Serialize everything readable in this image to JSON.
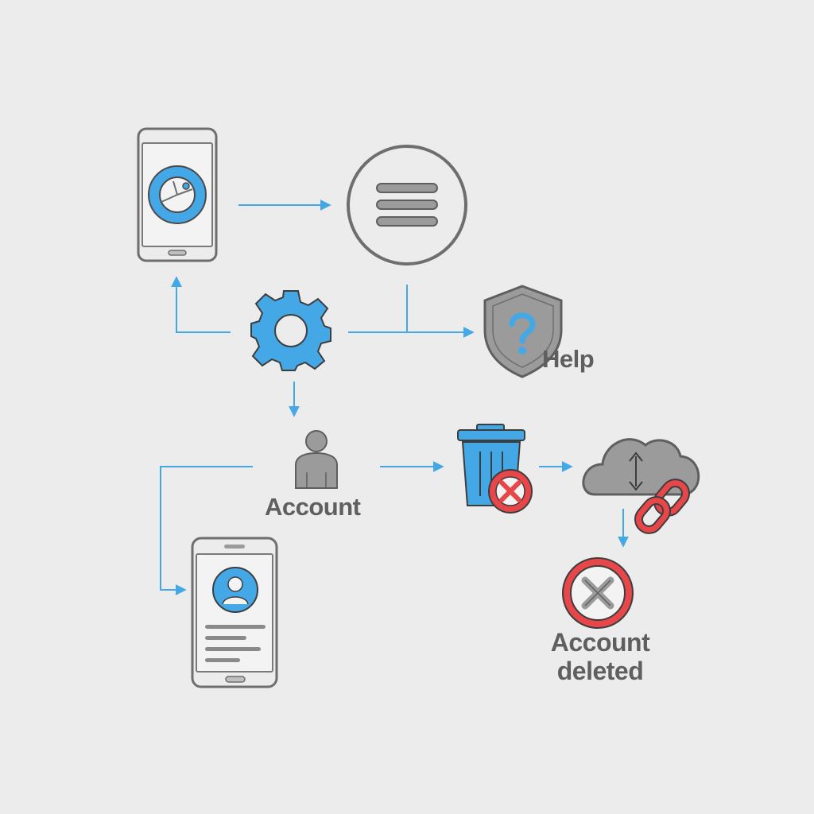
{
  "diagram": {
    "labels": {
      "help": "Help",
      "account": "Account",
      "account_deleted_line1": "Account",
      "account_deleted_line2": "deleted"
    },
    "nodes": [
      {
        "id": "phone-app",
        "icon": "smartphone-app-icon"
      },
      {
        "id": "menu",
        "icon": "hamburger-menu-icon"
      },
      {
        "id": "settings",
        "icon": "gear-icon"
      },
      {
        "id": "help",
        "icon": "shield-question-icon"
      },
      {
        "id": "account",
        "icon": "user-icon"
      },
      {
        "id": "delete",
        "icon": "trash-cancel-icon"
      },
      {
        "id": "cloud",
        "icon": "cloud-unlink-icon"
      },
      {
        "id": "deleted",
        "icon": "error-x-icon"
      },
      {
        "id": "profile-phone",
        "icon": "smartphone-profile-icon"
      }
    ],
    "colors": {
      "background": "#ececec",
      "accent": "#45a8e6",
      "icon_gray": "#9b9b9b",
      "outline": "#6e6e6e",
      "danger": "#e8474a"
    }
  }
}
